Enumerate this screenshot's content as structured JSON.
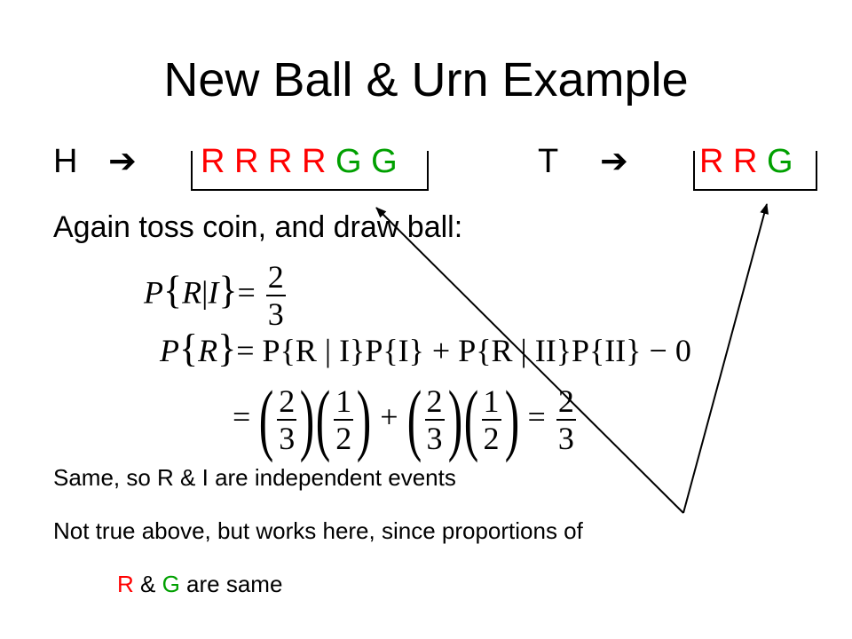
{
  "title": "New Ball & Urn Example",
  "urns": {
    "heads_label": "H",
    "heads_arrow": "➔",
    "heads_red": "R R R R",
    "heads_green": "G G",
    "tails_label": "T",
    "tails_arrow": "➔",
    "tails_red": "R R",
    "tails_green": "G"
  },
  "instruction": "Again toss coin, and draw ball:",
  "equations": {
    "cond_lhs_P": "P",
    "cond_R": "R",
    "cond_bar": "|",
    "cond_I": "I",
    "cond_eq": "=",
    "cond_num": "2",
    "cond_den": "3",
    "total_P": "P",
    "total_R": "R",
    "total_expr": "= P{R | I}P{I} + P{R | II}P{II} − 0",
    "calc_eq": "=",
    "calc_f1_num": "2",
    "calc_f1_den": "3",
    "calc_f2_num": "1",
    "calc_f2_den": "2",
    "calc_plus": "+",
    "calc_f3_num": "2",
    "calc_f3_den": "3",
    "calc_f4_num": "1",
    "calc_f4_den": "2",
    "calc_eq2": "=",
    "calc_res_num": "2",
    "calc_res_den": "3"
  },
  "notes": {
    "same": "Same, so R & I are independent events",
    "not_true": "Not true above, but works here, since proportions of",
    "r": "R",
    "amp": " & ",
    "g": "G",
    "are_same": " are same"
  },
  "colors": {
    "red": "#ff0000",
    "green": "#00a000",
    "text": "#000000"
  }
}
